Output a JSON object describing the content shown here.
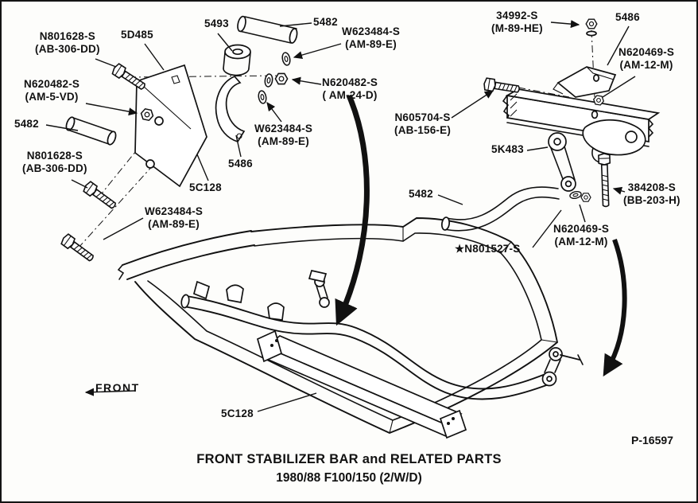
{
  "figure": {
    "title_line1": "FRONT STABILIZER BAR and RELATED PARTS",
    "title_line2": "1980/88 F100/150 (2/W/D)",
    "figure_number": "P-16597",
    "front_label": "FRONT"
  },
  "labels": {
    "n801628_top": {
      "part": "N801628-S",
      "code": "(AB-306-DD)"
    },
    "d5485": {
      "part": "5D485"
    },
    "b5493": {
      "part": "5493"
    },
    "bar5482_top": {
      "part": "5482"
    },
    "w623484_top": {
      "part": "W623484-S",
      "code": "(AM-89-E)"
    },
    "n620482_left": {
      "part": "N620482-S",
      "code": "(AM-5-VD)"
    },
    "n620482_right": {
      "part": "N620482-S",
      "code": "( AM-24-D)"
    },
    "bar5482_left": {
      "part": "5482"
    },
    "w623484_mid": {
      "part": "W623484-S",
      "code": "(AM-89-E)"
    },
    "n801628_bottom": {
      "part": "N801628-S",
      "code": "(AB-306-DD)"
    },
    "c5486_left": {
      "part": "5486"
    },
    "c5c128_left": {
      "part": "5C128"
    },
    "w623484_bottom": {
      "part": "W623484-S",
      "code": "(AM-89-E)"
    },
    "s34992": {
      "part": "34992-S",
      "code": "(M-89-HE)"
    },
    "c5486_right": {
      "part": "5486"
    },
    "n620469_top": {
      "part": "N620469-S",
      "code": "(AM-12-M)"
    },
    "n605704": {
      "part": "N605704-S",
      "code": "(AB-156-E)"
    },
    "k5483": {
      "part": "5K483"
    },
    "bar5482_right": {
      "part": "5482"
    },
    "s384208": {
      "part": "384208-S",
      "code": "(BB-203-H)"
    },
    "n620469_bottom": {
      "part": "N620469-S",
      "code": "(AM-12-M)"
    },
    "n801527": {
      "part": "★N801527-S"
    },
    "c5c128_bottom": {
      "part": "5C128"
    }
  }
}
